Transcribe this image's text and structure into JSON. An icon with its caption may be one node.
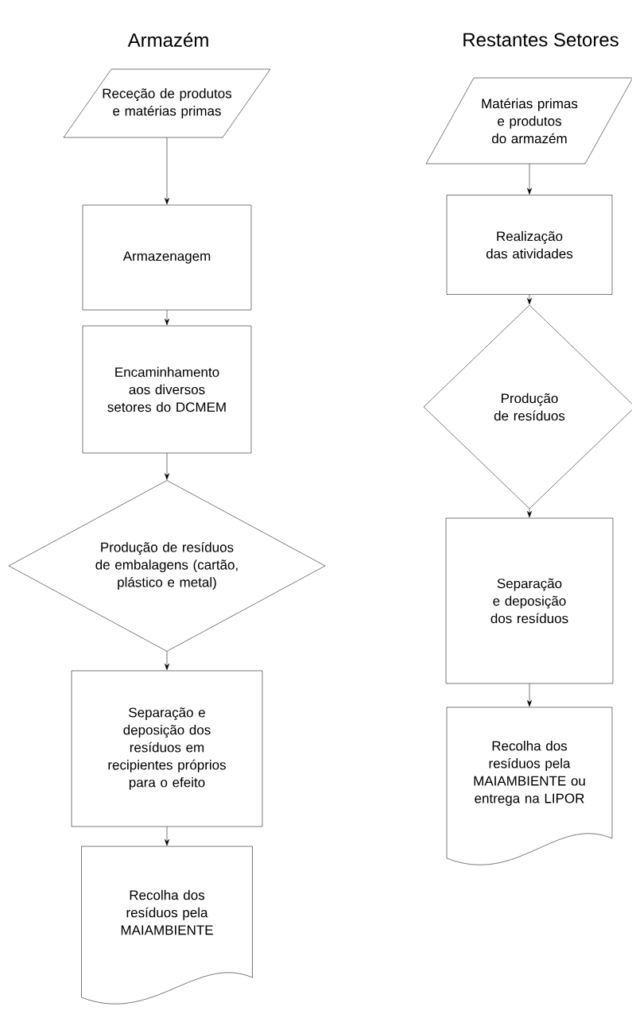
{
  "diagram": {
    "nodes": [
      {
        "text": [
          "Receção de produtos e matérias primas"
        ]
      },
      {
        "text": [
          "Armazenagem"
        ]
      },
      {
        "text": [
          "Encaminhamento aos diversos setores do DCMEM"
        ]
      },
      {
        "text": [
          "Produção de resíduos  de embalagens (cartão, plástico e metal)"
        ]
      },
      {
        "text": [
          "Separação e deposição dos resíduos em recipientes próprios para o efeito"
        ]
      },
      {
        "text": [
          "Recolha dos resíduos pela MAIAMBIENTE"
        ]
      },
      {
        "text": [
          "Matérias primas e produtos do armazém"
        ]
      },
      {
        "text": [
          "Realização das atividades"
        ]
      },
      {
        "text": [
          "Produção de resíduos"
        ]
      },
      {
        "text": [
          "Separação e deposição dos resíduos"
        ]
      },
      {
        "text": [
          "Recolha dos resíduos pela MAIAMBIENTE ou entrega na LIPOR"
        ]
      }
    ],
    "edges": [
      {
        "from": 0,
        "to": 1,
        "arrow": "to"
      },
      {
        "from": 1,
        "to": 2,
        "arrow": "to"
      },
      {
        "from": 2,
        "to": 3,
        "arrow": "to"
      },
      {
        "from": 3,
        "to": 4,
        "arrow": "to"
      },
      {
        "from": 4,
        "to": 5,
        "arrow": "to"
      },
      {
        "from": 6,
        "to": 7,
        "arrow": "to"
      },
      {
        "from": 7,
        "to": 8,
        "arrow": "to"
      },
      {
        "from": 8,
        "to": 9,
        "arrow": "to"
      },
      {
        "from": 9,
        "to": 10,
        "arrow": "to"
      }
    ],
    "labels": [
      "Armazém",
      "Restantes Setores"
    ]
  }
}
